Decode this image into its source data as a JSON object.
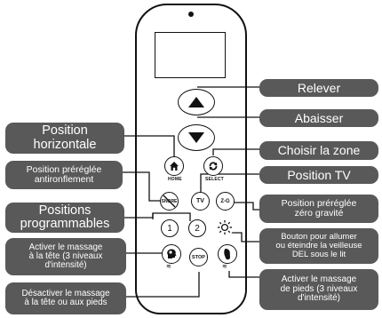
{
  "labels": {
    "relever": "Relever",
    "abaisser": "Abaisser",
    "position_horizontale": "Position\nhorizontale",
    "choisir_zone": "Choisir la zone",
    "position_antironflement": "Position préréglée\nantironflement",
    "position_tv": "Position TV",
    "positions_programmables": "Positions\nprogrammables",
    "zero_gravite": "Position préréglée\nzéro gravité",
    "massage_tete": "Activer le massage\nà la tête (3 niveaux\nd'intensité)",
    "veilleuse": "Bouton pour allumer\nou éteindre la veilleuse\nDEL sous le lit",
    "desactiver_massage": "Désactiver le massage\nà la tête ou aux pieds",
    "massage_pieds": "Activer le massage\nde pieds (3 niveaux\nd'intensité)"
  },
  "buttons": {
    "home_caption": "HOME",
    "select_caption": "SELECT",
    "snore_caption": "SNORE",
    "tv": "TV",
    "zerog": "Z-G",
    "one": "1",
    "two": "2",
    "stop": "STOP"
  },
  "icons": {
    "up": "triangle-up-icon",
    "down": "triangle-down-icon",
    "home": "house-icon",
    "select": "refresh-icon",
    "light": "light-bulb-icon",
    "head_massage": "head-massage-icon",
    "foot_massage": "foot-massage-icon"
  },
  "colors": {
    "label_bg": "#595959",
    "label_text": "#ffffff",
    "outline": "#111111"
  }
}
